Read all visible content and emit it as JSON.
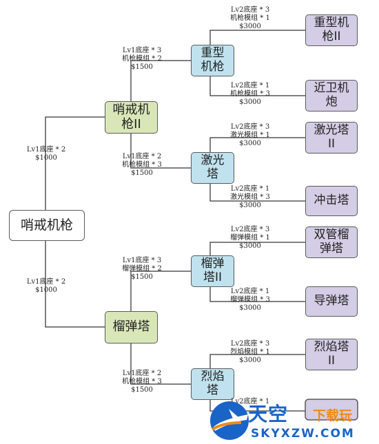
{
  "nodes": {
    "root": "哨戒机枪",
    "mg2": "哨戒机\n枪II",
    "mortar": "榴弹塔",
    "heavy_mg": "重型\n机枪",
    "laser": "激光\n塔",
    "mortar2": "榴弹\n塔II",
    "flame": "烈焰\n塔",
    "heavy_mg2": "重型机\n枪II",
    "close_gun": "近卫机\n炮",
    "laser2": "激光塔\nII",
    "shock": "冲击塔",
    "dual_mortar": "双管榴\n弹塔",
    "missile": "导弹塔",
    "flame2": "烈焰塔\nII"
  },
  "costs": {
    "root_to_mg2": [
      "Lv1底座 * 2",
      "$1000"
    ],
    "root_to_mortar": [
      "Lv1底座 * 2",
      "$1000"
    ],
    "mg2_to_heavy": [
      "Lv1底座 * 3",
      "机枪模组 * 2",
      "$1500"
    ],
    "mg2_to_laser": [
      "Lv1底座 * 2",
      "机枪模组 * 3",
      "$1500"
    ],
    "mortar_to_mortar2": [
      "Lv1底座 * 3",
      "榴弹模组 * 2",
      "$1500"
    ],
    "mortar_to_flame": [
      "Lv1底座 * 2",
      "机枪模组 * 3",
      "$1500"
    ],
    "heavy_to_heavy2": [
      "Lv2底座 * 3",
      "机枪模组 * 1",
      "$3000"
    ],
    "heavy_to_close": [
      "Lv2底座 * 1",
      "机枪模组 * 3",
      "$3000"
    ],
    "laser_to_laser2": [
      "Lv2底座 * 3",
      "激光模组 * 1",
      "$3000"
    ],
    "laser_to_shock": [
      "Lv2底座 * 1",
      "激光模组 * 3",
      "$3000"
    ],
    "mortar2_to_dual": [
      "Lv2底座 * 3",
      "榴弹模组 * 1",
      "$3000"
    ],
    "mortar2_to_missile": [
      "Lv2底座 * 1",
      "榴弹模组 * 3",
      "$3000"
    ],
    "flame_to_flame2": [
      "Lv2底座 * 3",
      "烈焰模组 * 1",
      "$3000"
    ],
    "flame_to_next": [
      "Lv2底座 * 1"
    ]
  },
  "watermark": {
    "main": "天空",
    "sub": "下载玩",
    "url": "SKYXZW.COM"
  },
  "colors": {
    "tier1": "#d9e7b8",
    "tier2": "#bfe2ee",
    "tier3": "#d4cde5",
    "line": "#555555",
    "logo_blue": "#1a64c8",
    "logo_orange": "#f08a14"
  }
}
